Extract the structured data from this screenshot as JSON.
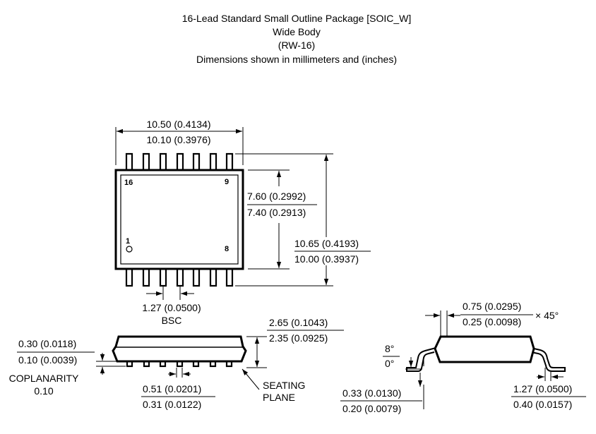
{
  "title": {
    "line1": "16-Lead Standard Small Outline Package [SOIC_W]",
    "line2": "Wide Body",
    "line3": "(RW-16)",
    "line4": "Dimensions shown in millimeters and (inches)"
  },
  "top_view": {
    "width_max": "10.50 (0.4134)",
    "width_min": "10.10 (0.3976)",
    "body_max": "7.60 (0.2992)",
    "body_min": "7.40 (0.2913)",
    "span_max": "10.65 (0.4193)",
    "span_min": "10.00 (0.3937)",
    "pin16": "16",
    "pin9": "9",
    "pin1": "1",
    "pin8": "8",
    "pitch": "1.27 (0.0500)",
    "pitch_note": "BSC"
  },
  "side_view": {
    "height_max": "2.65 (0.1043)",
    "height_min": "2.35 (0.0925)",
    "standoff_max": "0.30 (0.0118)",
    "standoff_min": "0.10 (0.0039)",
    "coplanarity_label": "COPLANARITY",
    "coplanarity_value": "0.10",
    "lead_width_max": "0.51 (0.0201)",
    "lead_width_min": "0.31 (0.0122)",
    "seating_line1": "SEATING",
    "seating_line2": "PLANE"
  },
  "end_view": {
    "chamfer_max": "0.75 (0.0295)",
    "chamfer_min": "0.25 (0.0098)",
    "chamfer_angle": "× 45°",
    "angle_max": "8°",
    "angle_min": "0°",
    "thickness_max": "0.33 (0.0130)",
    "thickness_min": "0.20 (0.0079)",
    "foot_max": "1.27 (0.0500)",
    "foot_min": "0.40 (0.0157)"
  }
}
